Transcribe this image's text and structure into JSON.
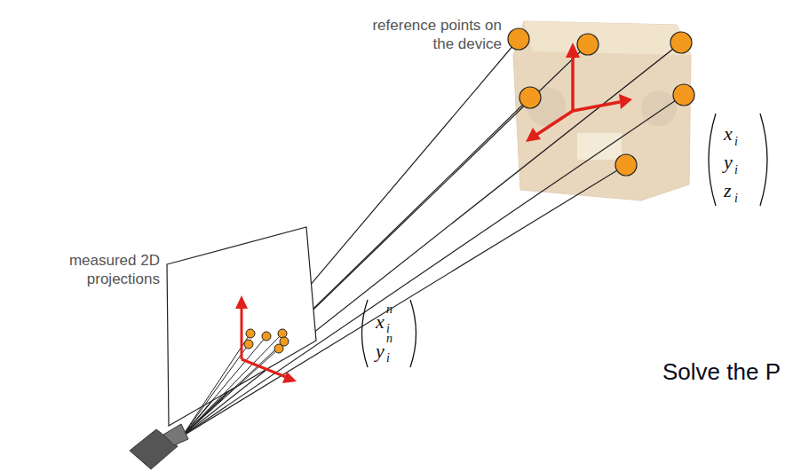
{
  "diagram": {
    "labels": [
      "reference points on the device",
      "x",
      "i",
      "y",
      "i",
      "z",
      "i",
      "measured 2D projections",
      "x",
      "n",
      "i",
      "y",
      "n",
      "i",
      "Solve the P"
    ]
  }
}
